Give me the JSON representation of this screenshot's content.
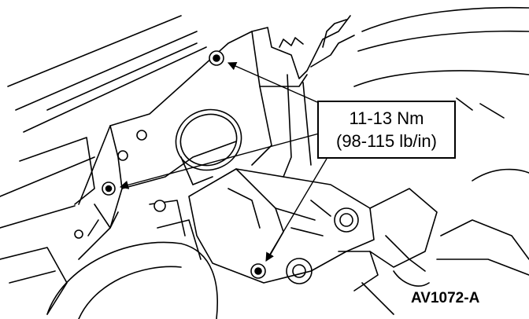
{
  "callout": {
    "torque_nm": "11-13 Nm",
    "torque_lbin": "(98-115 lb/in)"
  },
  "figure": {
    "id": "AV1072-A"
  },
  "colors": {
    "line": "#000000",
    "background": "#ffffff"
  }
}
